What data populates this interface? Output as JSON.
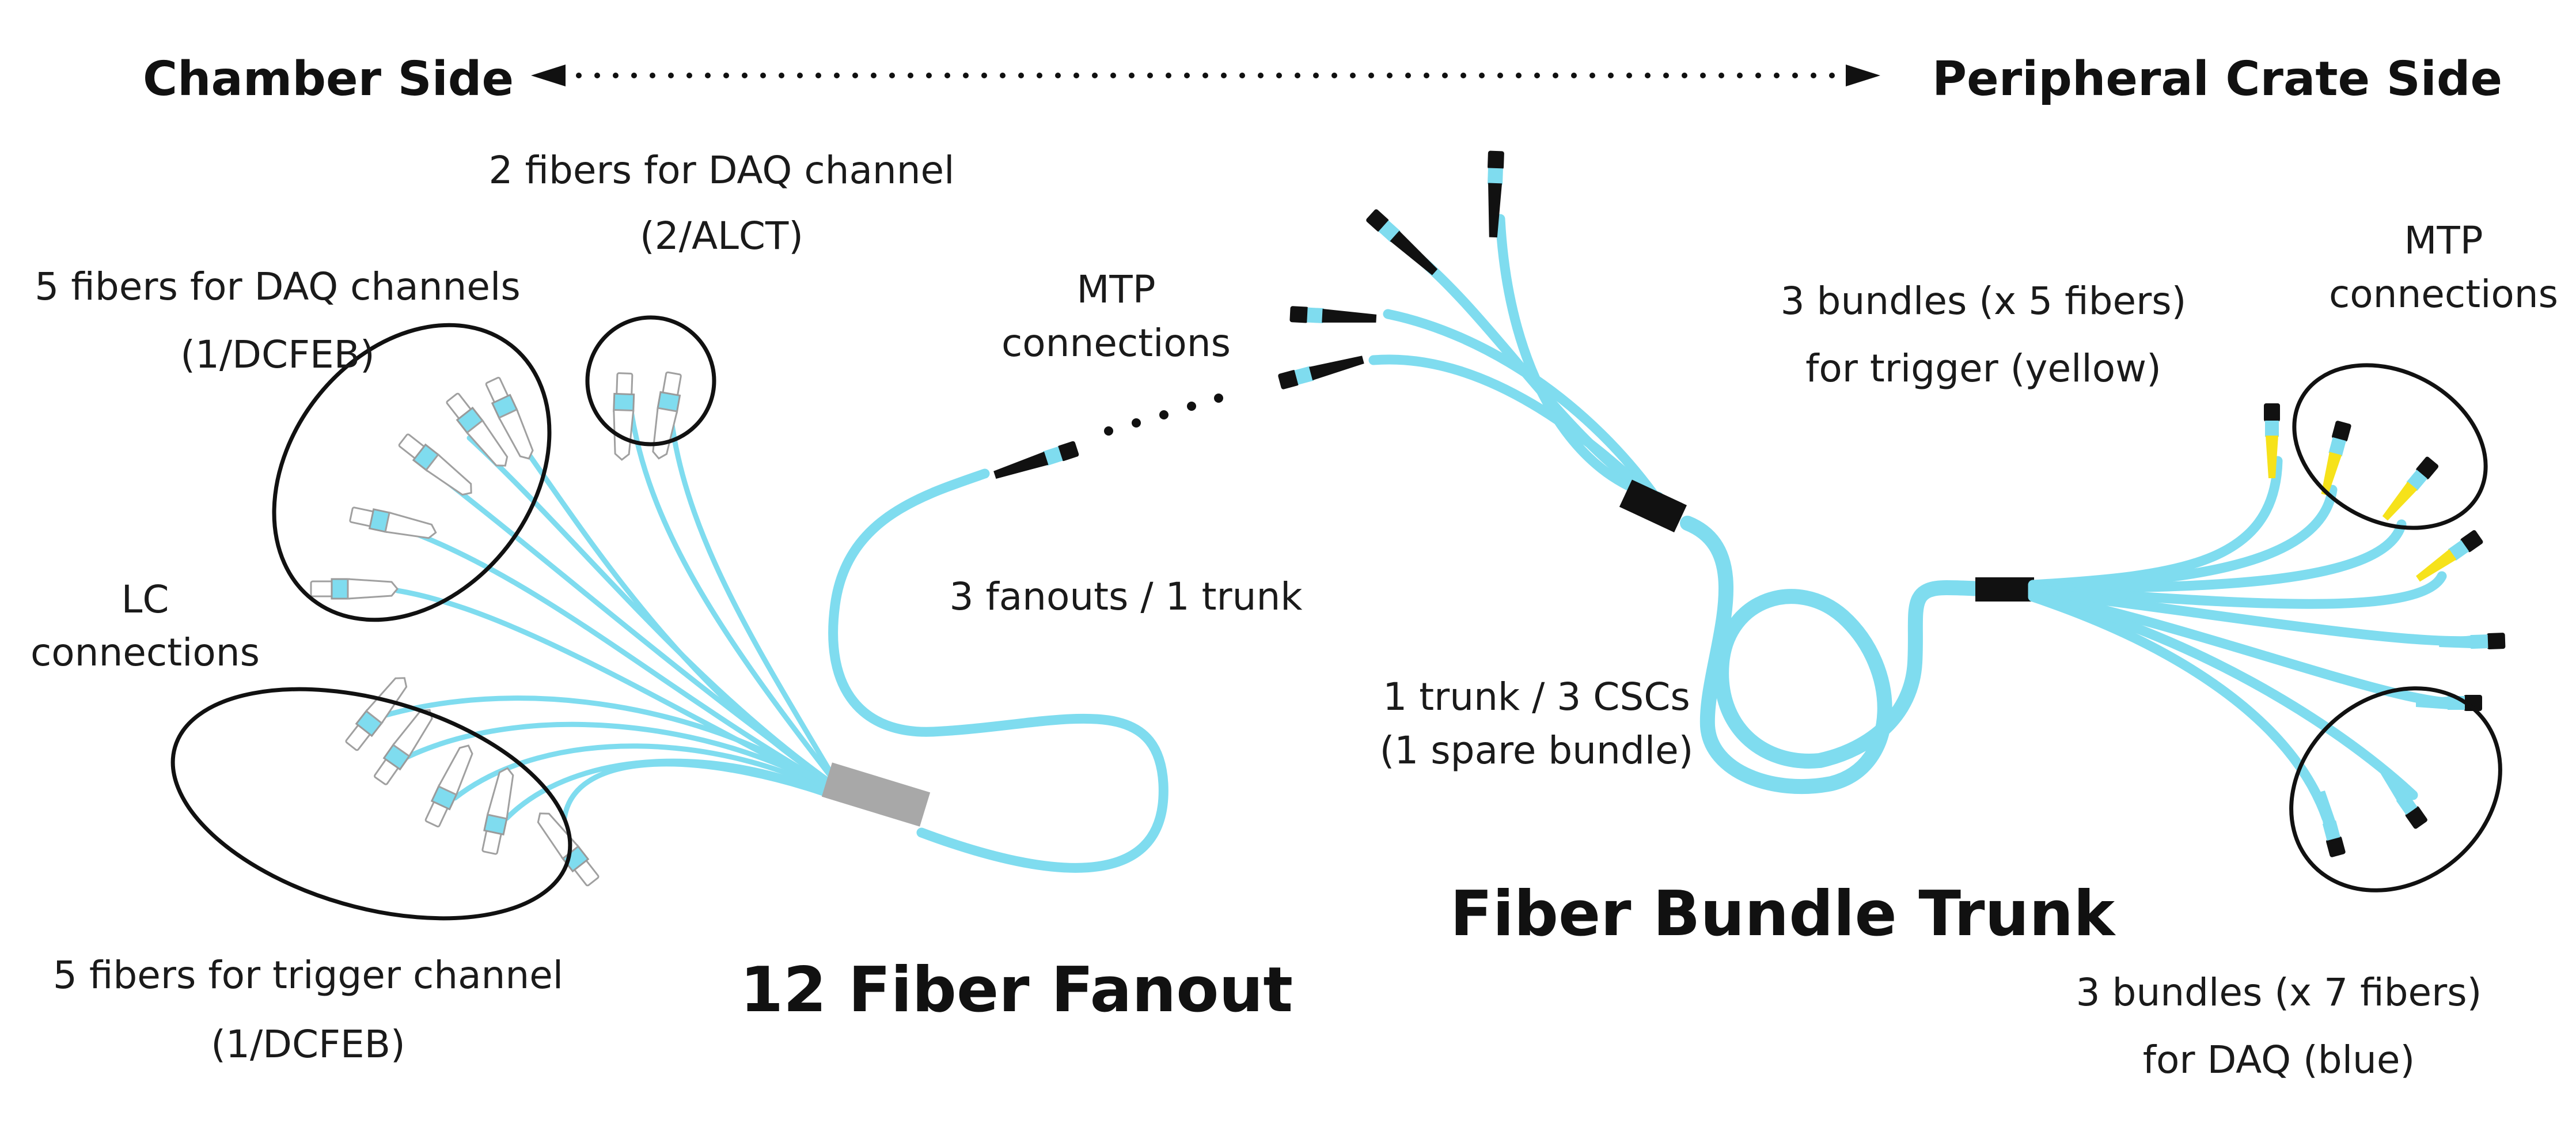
{
  "header": {
    "left": "Chamber Side",
    "right": "Peripheral Crate Side"
  },
  "labels": {
    "daq2_line1": "2 fibers for DAQ channel",
    "daq2_line2": "(2/ALCT)",
    "daq5_line1": "5 fibers for DAQ channels",
    "daq5_line2": "(1/DCFEB)",
    "lc_line1": "LC",
    "lc_line2": "connections",
    "trig5_line1": "5 fibers for trigger channel",
    "trig5_line2": "(1/DCFEB)",
    "mtp_mid_line1": "MTP",
    "mtp_mid_line2": "connections",
    "fanouts": "3 fanouts / 1 trunk",
    "trunk_line1": "1 trunk / 3 CSCs",
    "trunk_line2": "(1 spare bundle)",
    "trig_bundles_line1": "3 bundles (x 5 fibers)",
    "trig_bundles_line2": "for trigger (yellow)",
    "mtp_right_line1": "MTP",
    "mtp_right_line2": "connections",
    "daq_bundles_line1": "3 bundles (x 7 fibers)",
    "daq_bundles_line2": "for DAQ (blue)",
    "fanout_title": "12 Fiber Fanout",
    "trunk_title": "Fiber Bundle Trunk"
  },
  "colors": {
    "fiber": "#7fdcef",
    "trigger": "#f6e21a",
    "connector": "#111111",
    "fanout_body": "#a8a8a8"
  }
}
